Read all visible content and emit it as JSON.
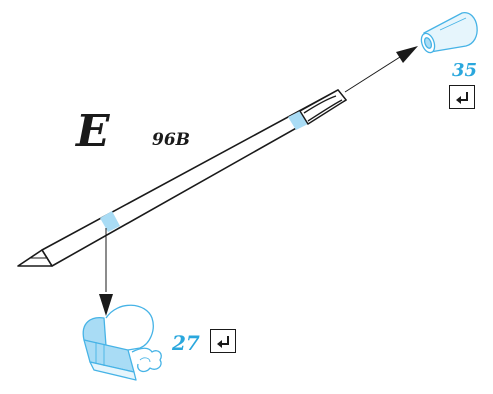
{
  "diagram": {
    "view_letter": "E",
    "part_label": "96B",
    "callouts": [
      {
        "number": "35",
        "icon": "return-arrow-icon"
      },
      {
        "number": "27",
        "icon": "return-arrow-icon"
      }
    ]
  },
  "colors": {
    "accent_text": "#2aa7dd",
    "highlight_fill": "#a9dcf5",
    "highlight_stroke": "#46b3e6",
    "line": "#1a1a1a"
  }
}
